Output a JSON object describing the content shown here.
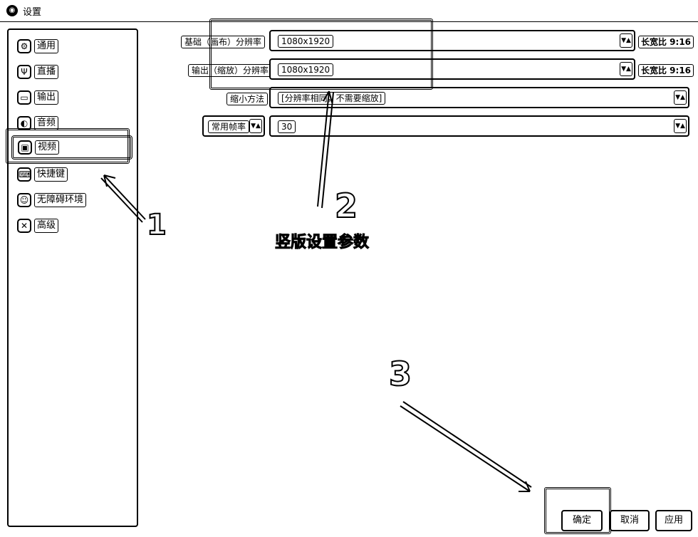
{
  "window": {
    "title": "设置"
  },
  "sidebar": {
    "items": [
      {
        "label": "通用",
        "icon": "gear-icon",
        "glyph": "⚙"
      },
      {
        "label": "直播",
        "icon": "antenna-icon",
        "glyph": "Ψ"
      },
      {
        "label": "输出",
        "icon": "output-icon",
        "glyph": "▭"
      },
      {
        "label": "音频",
        "icon": "audio-icon",
        "glyph": "◐"
      },
      {
        "label": "视频",
        "icon": "video-icon",
        "glyph": "▣"
      },
      {
        "label": "快捷键",
        "icon": "keyboard-icon",
        "glyph": "⌨"
      },
      {
        "label": "无障碍环境",
        "icon": "accessibility-icon",
        "glyph": "☺"
      },
      {
        "label": "高级",
        "icon": "tools-icon",
        "glyph": "✕"
      }
    ],
    "selected_index": 4
  },
  "video": {
    "base_label": "基础（画布）分辨率",
    "base_value": "1080x1920",
    "base_ratio": "长宽比 9:16",
    "output_label": "输出（缩放）分辨率",
    "output_value": "1080x1920",
    "output_ratio": "长宽比 9:16",
    "downscale_label": "缩小方法",
    "downscale_value": "[分辨率相同，不需要缩放]",
    "fps_mode": "常用帧率",
    "fps_value": "30"
  },
  "annotations": {
    "one": "1",
    "two": "2",
    "two_text": "竖版设置参数",
    "three": "3"
  },
  "buttons": {
    "ok": "确定",
    "cancel": "取消",
    "apply": "应用"
  }
}
